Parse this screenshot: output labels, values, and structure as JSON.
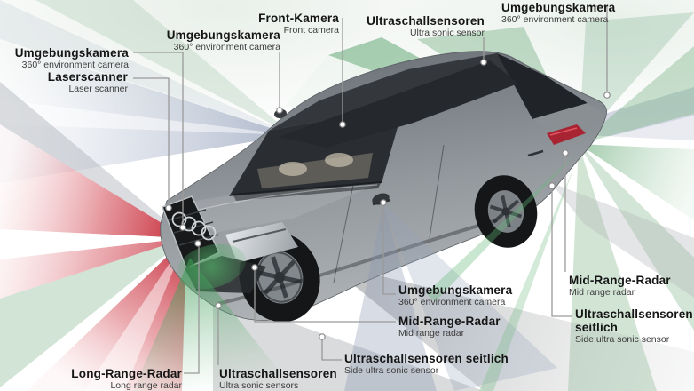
{
  "diagram": {
    "subject": "car-driver-assistance-sensors",
    "colors": {
      "radar_red": "#c11c2c",
      "ultrasonic_green": "#3a9852",
      "camera_blue": "#7a8aaa",
      "shadow_gray": "#aeb0b2",
      "label_de_text": "#151515",
      "label_en_text": "#3d3d3d",
      "leader_line": "#9a9a9a",
      "car_body": "#878c91",
      "taillight_red": "#a92432"
    }
  },
  "labels": [
    {
      "id": "umgebungskamera-front-left",
      "de": "Umgebungskamera",
      "en": "360° environment camera"
    },
    {
      "id": "laserscanner",
      "de": "Laserscanner",
      "en": "Laser scanner"
    },
    {
      "id": "umgebungskamera-mirror-right",
      "de": "Umgebungskamera",
      "en": "360° environment camera"
    },
    {
      "id": "front-kamera",
      "de": "Front-Kamera",
      "en": "Front camera"
    },
    {
      "id": "ultraschallsensoren-rear-top",
      "de": "Ultraschallsensoren",
      "en": "Ultra sonic sensor"
    },
    {
      "id": "umgebungskamera-rear",
      "de": "Umgebungskamera",
      "en": "360° environment camera"
    },
    {
      "id": "mid-range-radar-rear",
      "de": "Mid-Range-Radar",
      "en": "Mid range radar"
    },
    {
      "id": "ultraschallsensoren-seitlich-rear",
      "de": "Ultraschallsensoren seitlich",
      "en": "Side ultra sonic sensor"
    },
    {
      "id": "umgebungskamera-mirror-left",
      "de": "Umgebungskamera",
      "en": "360° environment camera"
    },
    {
      "id": "mid-range-radar-front",
      "de": "Mid-Range-Radar",
      "en": "Mid range radar"
    },
    {
      "id": "ultraschallsensoren-seitlich-front",
      "de": "Ultraschallsensoren seitlich",
      "en": "Side ultra sonic sensor"
    },
    {
      "id": "ultraschallsensoren-front",
      "de": "Ultraschallsensoren",
      "en": "Ultra sonic sensors"
    },
    {
      "id": "long-range-radar",
      "de": "Long-Range-Radar",
      "en": "Long range radar"
    }
  ]
}
